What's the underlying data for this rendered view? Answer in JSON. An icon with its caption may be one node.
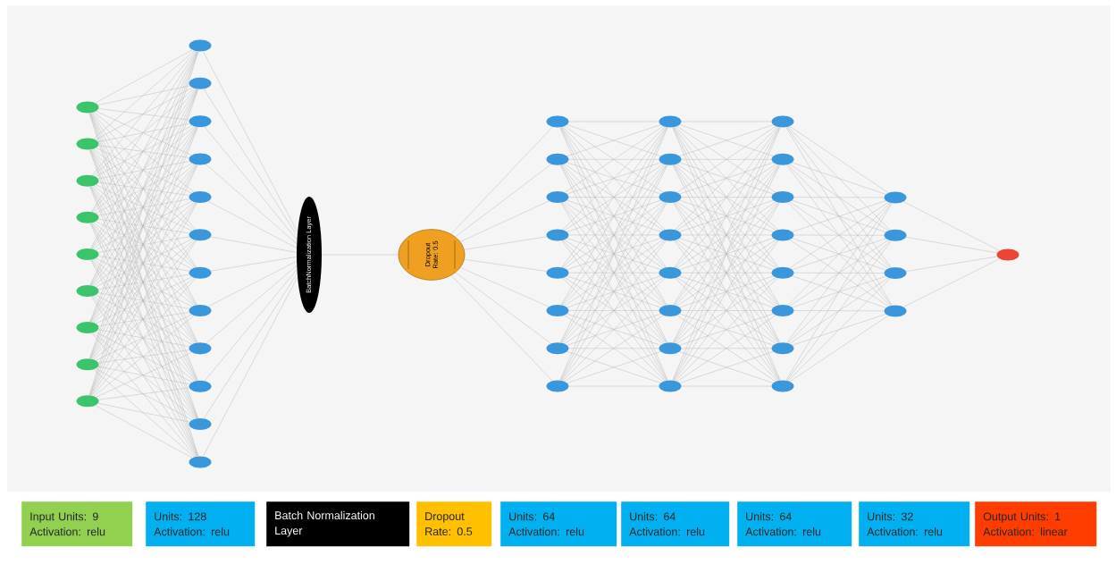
{
  "diagram": {
    "nodes": [
      {
        "text": [],
        "shape": "ellipse"
      },
      {
        "text": [],
        "shape": "ellipse"
      },
      {
        "text": [],
        "shape": "ellipse"
      },
      {
        "text": [],
        "shape": "ellipse"
      },
      {
        "text": [],
        "shape": "ellipse"
      },
      {
        "text": [],
        "shape": "ellipse"
      },
      {
        "text": [],
        "shape": "ellipse"
      },
      {
        "text": [],
        "shape": "ellipse"
      },
      {
        "text": [],
        "shape": "ellipse"
      },
      {
        "text": [],
        "shape": "ellipse"
      },
      {
        "text": [],
        "shape": "ellipse"
      },
      {
        "text": [],
        "shape": "ellipse"
      },
      {
        "text": [],
        "shape": "ellipse"
      },
      {
        "text": [],
        "shape": "ellipse"
      },
      {
        "text": [],
        "shape": "ellipse"
      },
      {
        "text": [],
        "shape": "ellipse"
      },
      {
        "text": [],
        "shape": "ellipse"
      },
      {
        "text": [],
        "shape": "ellipse"
      },
      {
        "text": [],
        "shape": "ellipse"
      },
      {
        "text": [],
        "shape": "ellipse"
      },
      {
        "text": [],
        "shape": "ellipse"
      },
      {
        "text": [
          "BatchNormalization Layer"
        ]
      },
      {
        "text": [
          "Dropout Rate: 0.5"
        ]
      },
      {
        "text": [],
        "shape": "ellipse"
      },
      {
        "text": [],
        "shape": "ellipse"
      },
      {
        "text": [],
        "shape": "ellipse"
      },
      {
        "text": [],
        "shape": "ellipse"
      },
      {
        "text": [],
        "shape": "ellipse"
      },
      {
        "text": [],
        "shape": "ellipse"
      },
      {
        "text": [],
        "shape": "ellipse"
      },
      {
        "text": [],
        "shape": "ellipse"
      },
      {
        "text": [],
        "shape": "ellipse"
      },
      {
        "text": [],
        "shape": "ellipse"
      },
      {
        "text": [],
        "shape": "ellipse"
      },
      {
        "text": [],
        "shape": "ellipse"
      },
      {
        "text": [],
        "shape": "ellipse"
      },
      {
        "text": [],
        "shape": "ellipse"
      },
      {
        "text": [],
        "shape": "ellipse"
      },
      {
        "text": [],
        "shape": "ellipse"
      },
      {
        "text": [],
        "shape": "ellipse"
      },
      {
        "text": [],
        "shape": "ellipse"
      },
      {
        "text": [],
        "shape": "ellipse"
      },
      {
        "text": [],
        "shape": "ellipse"
      },
      {
        "text": [],
        "shape": "ellipse"
      },
      {
        "text": [],
        "shape": "ellipse"
      },
      {
        "text": [],
        "shape": "ellipse"
      },
      {
        "text": [],
        "shape": "ellipse"
      },
      {
        "text": [],
        "shape": "ellipse"
      },
      {
        "text": [],
        "shape": "ellipse"
      },
      {
        "text": [],
        "shape": "ellipse"
      },
      {
        "text": [],
        "shape": "ellipse"
      },
      {
        "text": [],
        "shape": "ellipse"
      }
    ],
    "edges": [
      {
        "from": 0,
        "to": 9,
        "arrow": "none"
      },
      {
        "from": 0,
        "to": 10,
        "arrow": "none"
      },
      {
        "from": 0,
        "to": 11,
        "arrow": "none"
      },
      {
        "from": 0,
        "to": 12,
        "arrow": "none"
      },
      {
        "from": 0,
        "to": 13,
        "arrow": "none"
      },
      {
        "from": 0,
        "to": 14,
        "arrow": "none"
      },
      {
        "from": 0,
        "to": 15,
        "arrow": "none"
      },
      {
        "from": 0,
        "to": 16,
        "arrow": "none"
      },
      {
        "from": 0,
        "to": 17,
        "arrow": "none"
      },
      {
        "from": 0,
        "to": 18,
        "arrow": "none"
      },
      {
        "from": 0,
        "to": 19,
        "arrow": "none"
      },
      {
        "from": 0,
        "to": 20,
        "arrow": "none"
      },
      {
        "from": 1,
        "to": 9,
        "arrow": "none"
      },
      {
        "from": 1,
        "to": 10,
        "arrow": "none"
      },
      {
        "from": 1,
        "to": 11,
        "arrow": "none"
      },
      {
        "from": 1,
        "to": 12,
        "arrow": "none"
      },
      {
        "from": 1,
        "to": 13,
        "arrow": "none"
      },
      {
        "from": 1,
        "to": 14,
        "arrow": "none"
      },
      {
        "from": 1,
        "to": 15,
        "arrow": "none"
      },
      {
        "from": 1,
        "to": 16,
        "arrow": "none"
      },
      {
        "from": 1,
        "to": 17,
        "arrow": "none"
      },
      {
        "from": 1,
        "to": 18,
        "arrow": "none"
      },
      {
        "from": 1,
        "to": 19,
        "arrow": "none"
      },
      {
        "from": 1,
        "to": 20,
        "arrow": "none"
      },
      {
        "from": 2,
        "to": 9,
        "arrow": "none"
      },
      {
        "from": 2,
        "to": 10,
        "arrow": "none"
      },
      {
        "from": 2,
        "to": 11,
        "arrow": "none"
      },
      {
        "from": 2,
        "to": 12,
        "arrow": "none"
      },
      {
        "from": 2,
        "to": 13,
        "arrow": "none"
      },
      {
        "from": 2,
        "to": 14,
        "arrow": "none"
      },
      {
        "from": 2,
        "to": 15,
        "arrow": "none"
      },
      {
        "from": 2,
        "to": 16,
        "arrow": "none"
      },
      {
        "from": 2,
        "to": 17,
        "arrow": "none"
      },
      {
        "from": 2,
        "to": 18,
        "arrow": "none"
      },
      {
        "from": 2,
        "to": 19,
        "arrow": "none"
      },
      {
        "from": 2,
        "to": 20,
        "arrow": "none"
      },
      {
        "from": 3,
        "to": 9,
        "arrow": "none"
      },
      {
        "from": 3,
        "to": 10,
        "arrow": "none"
      },
      {
        "from": 3,
        "to": 11,
        "arrow": "none"
      },
      {
        "from": 3,
        "to": 12,
        "arrow": "none"
      },
      {
        "from": 3,
        "to": 13,
        "arrow": "none"
      },
      {
        "from": 3,
        "to": 14,
        "arrow": "none"
      },
      {
        "from": 3,
        "to": 15,
        "arrow": "none"
      },
      {
        "from": 3,
        "to": 16,
        "arrow": "none"
      },
      {
        "from": 3,
        "to": 17,
        "arrow": "none"
      },
      {
        "from": 3,
        "to": 18,
        "arrow": "none"
      },
      {
        "from": 3,
        "to": 19,
        "arrow": "none"
      },
      {
        "from": 3,
        "to": 20,
        "arrow": "none"
      },
      {
        "from": 4,
        "to": 9,
        "arrow": "none"
      },
      {
        "from": 4,
        "to": 10,
        "arrow": "none"
      },
      {
        "from": 4,
        "to": 11,
        "arrow": "none"
      },
      {
        "from": 4,
        "to": 12,
        "arrow": "none"
      },
      {
        "from": 4,
        "to": 13,
        "arrow": "none"
      },
      {
        "from": 4,
        "to": 14,
        "arrow": "none"
      },
      {
        "from": 4,
        "to": 15,
        "arrow": "none"
      },
      {
        "from": 4,
        "to": 16,
        "arrow": "none"
      },
      {
        "from": 4,
        "to": 17,
        "arrow": "none"
      },
      {
        "from": 4,
        "to": 18,
        "arrow": "none"
      },
      {
        "from": 4,
        "to": 19,
        "arrow": "none"
      },
      {
        "from": 4,
        "to": 20,
        "arrow": "none"
      },
      {
        "from": 5,
        "to": 9,
        "arrow": "none"
      },
      {
        "from": 5,
        "to": 10,
        "arrow": "none"
      },
      {
        "from": 5,
        "to": 11,
        "arrow": "none"
      },
      {
        "from": 5,
        "to": 12,
        "arrow": "none"
      },
      {
        "from": 5,
        "to": 13,
        "arrow": "none"
      },
      {
        "from": 5,
        "to": 14,
        "arrow": "none"
      },
      {
        "from": 5,
        "to": 15,
        "arrow": "none"
      },
      {
        "from": 5,
        "to": 16,
        "arrow": "none"
      },
      {
        "from": 5,
        "to": 17,
        "arrow": "none"
      },
      {
        "from": 5,
        "to": 18,
        "arrow": "none"
      },
      {
        "from": 5,
        "to": 19,
        "arrow": "none"
      },
      {
        "from": 5,
        "to": 20,
        "arrow": "none"
      },
      {
        "from": 6,
        "to": 9,
        "arrow": "none"
      },
      {
        "from": 6,
        "to": 10,
        "arrow": "none"
      },
      {
        "from": 6,
        "to": 11,
        "arrow": "none"
      },
      {
        "from": 6,
        "to": 12,
        "arrow": "none"
      },
      {
        "from": 6,
        "to": 13,
        "arrow": "none"
      },
      {
        "from": 6,
        "to": 14,
        "arrow": "none"
      },
      {
        "from": 6,
        "to": 15,
        "arrow": "none"
      },
      {
        "from": 6,
        "to": 16,
        "arrow": "none"
      },
      {
        "from": 6,
        "to": 17,
        "arrow": "none"
      },
      {
        "from": 6,
        "to": 18,
        "arrow": "none"
      },
      {
        "from": 6,
        "to": 19,
        "arrow": "none"
      },
      {
        "from": 6,
        "to": 20,
        "arrow": "none"
      },
      {
        "from": 7,
        "to": 9,
        "arrow": "none"
      },
      {
        "from": 7,
        "to": 10,
        "arrow": "none"
      },
      {
        "from": 7,
        "to": 11,
        "arrow": "none"
      },
      {
        "from": 7,
        "to": 12,
        "arrow": "none"
      },
      {
        "from": 7,
        "to": 13,
        "arrow": "none"
      },
      {
        "from": 7,
        "to": 14,
        "arrow": "none"
      },
      {
        "from": 7,
        "to": 15,
        "arrow": "none"
      },
      {
        "from": 7,
        "to": 16,
        "arrow": "none"
      },
      {
        "from": 7,
        "to": 17,
        "arrow": "none"
      },
      {
        "from": 7,
        "to": 18,
        "arrow": "none"
      },
      {
        "from": 7,
        "to": 19,
        "arrow": "none"
      },
      {
        "from": 7,
        "to": 20,
        "arrow": "none"
      },
      {
        "from": 8,
        "to": 9,
        "arrow": "none"
      },
      {
        "from": 8,
        "to": 10,
        "arrow": "none"
      },
      {
        "from": 8,
        "to": 11,
        "arrow": "none"
      },
      {
        "from": 8,
        "to": 12,
        "arrow": "none"
      },
      {
        "from": 8,
        "to": 13,
        "arrow": "none"
      },
      {
        "from": 8,
        "to": 14,
        "arrow": "none"
      },
      {
        "from": 8,
        "to": 15,
        "arrow": "none"
      },
      {
        "from": 8,
        "to": 16,
        "arrow": "none"
      },
      {
        "from": 8,
        "to": 17,
        "arrow": "none"
      },
      {
        "from": 8,
        "to": 18,
        "arrow": "none"
      },
      {
        "from": 8,
        "to": 19,
        "arrow": "none"
      },
      {
        "from": 8,
        "to": 20,
        "arrow": "none"
      },
      {
        "from": 9,
        "to": 21,
        "arrow": "none"
      },
      {
        "from": 10,
        "to": 21,
        "arrow": "none"
      },
      {
        "from": 11,
        "to": 21,
        "arrow": "none"
      },
      {
        "from": 12,
        "to": 21,
        "arrow": "none"
      },
      {
        "from": 13,
        "to": 21,
        "arrow": "none"
      },
      {
        "from": 14,
        "to": 21,
        "arrow": "none"
      },
      {
        "from": 15,
        "to": 21,
        "arrow": "none"
      },
      {
        "from": 16,
        "to": 21,
        "arrow": "none"
      },
      {
        "from": 17,
        "to": 21,
        "arrow": "none"
      },
      {
        "from": 18,
        "to": 21,
        "arrow": "none"
      },
      {
        "from": 19,
        "to": 21,
        "arrow": "none"
      },
      {
        "from": 20,
        "to": 21,
        "arrow": "none"
      },
      {
        "from": 21,
        "to": 22,
        "arrow": "none"
      },
      {
        "from": 22,
        "to": 23,
        "arrow": "none"
      },
      {
        "from": 22,
        "to": 24,
        "arrow": "none"
      },
      {
        "from": 22,
        "to": 25,
        "arrow": "none"
      },
      {
        "from": 22,
        "to": 26,
        "arrow": "none"
      },
      {
        "from": 22,
        "to": 27,
        "arrow": "none"
      },
      {
        "from": 22,
        "to": 28,
        "arrow": "none"
      },
      {
        "from": 22,
        "to": 29,
        "arrow": "none"
      },
      {
        "from": 22,
        "to": 30,
        "arrow": "none"
      },
      {
        "from": 23,
        "to": 31,
        "arrow": "none"
      },
      {
        "from": 23,
        "to": 32,
        "arrow": "none"
      },
      {
        "from": 23,
        "to": 33,
        "arrow": "none"
      },
      {
        "from": 23,
        "to": 34,
        "arrow": "none"
      },
      {
        "from": 23,
        "to": 35,
        "arrow": "none"
      },
      {
        "from": 23,
        "to": 36,
        "arrow": "none"
      },
      {
        "from": 23,
        "to": 37,
        "arrow": "none"
      },
      {
        "from": 23,
        "to": 38,
        "arrow": "none"
      },
      {
        "from": 24,
        "to": 31,
        "arrow": "none"
      },
      {
        "from": 24,
        "to": 32,
        "arrow": "none"
      },
      {
        "from": 24,
        "to": 33,
        "arrow": "none"
      },
      {
        "from": 24,
        "to": 34,
        "arrow": "none"
      },
      {
        "from": 24,
        "to": 35,
        "arrow": "none"
      },
      {
        "from": 24,
        "to": 36,
        "arrow": "none"
      },
      {
        "from": 24,
        "to": 37,
        "arrow": "none"
      },
      {
        "from": 24,
        "to": 38,
        "arrow": "none"
      },
      {
        "from": 25,
        "to": 31,
        "arrow": "none"
      },
      {
        "from": 25,
        "to": 32,
        "arrow": "none"
      },
      {
        "from": 25,
        "to": 33,
        "arrow": "none"
      },
      {
        "from": 25,
        "to": 34,
        "arrow": "none"
      },
      {
        "from": 25,
        "to": 35,
        "arrow": "none"
      },
      {
        "from": 25,
        "to": 36,
        "arrow": "none"
      },
      {
        "from": 25,
        "to": 37,
        "arrow": "none"
      },
      {
        "from": 25,
        "to": 38,
        "arrow": "none"
      },
      {
        "from": 26,
        "to": 31,
        "arrow": "none"
      },
      {
        "from": 26,
        "to": 32,
        "arrow": "none"
      },
      {
        "from": 26,
        "to": 33,
        "arrow": "none"
      },
      {
        "from": 26,
        "to": 34,
        "arrow": "none"
      },
      {
        "from": 26,
        "to": 35,
        "arrow": "none"
      },
      {
        "from": 26,
        "to": 36,
        "arrow": "none"
      },
      {
        "from": 26,
        "to": 37,
        "arrow": "none"
      },
      {
        "from": 26,
        "to": 38,
        "arrow": "none"
      },
      {
        "from": 27,
        "to": 31,
        "arrow": "none"
      },
      {
        "from": 27,
        "to": 32,
        "arrow": "none"
      },
      {
        "from": 27,
        "to": 33,
        "arrow": "none"
      },
      {
        "from": 27,
        "to": 34,
        "arrow": "none"
      },
      {
        "from": 27,
        "to": 35,
        "arrow": "none"
      },
      {
        "from": 27,
        "to": 36,
        "arrow": "none"
      },
      {
        "from": 27,
        "to": 37,
        "arrow": "none"
      },
      {
        "from": 27,
        "to": 38,
        "arrow": "none"
      },
      {
        "from": 28,
        "to": 31,
        "arrow": "none"
      },
      {
        "from": 28,
        "to": 32,
        "arrow": "none"
      },
      {
        "from": 28,
        "to": 33,
        "arrow": "none"
      },
      {
        "from": 28,
        "to": 34,
        "arrow": "none"
      },
      {
        "from": 28,
        "to": 35,
        "arrow": "none"
      },
      {
        "from": 28,
        "to": 36,
        "arrow": "none"
      },
      {
        "from": 28,
        "to": 37,
        "arrow": "none"
      },
      {
        "from": 28,
        "to": 38,
        "arrow": "none"
      },
      {
        "from": 29,
        "to": 31,
        "arrow": "none"
      },
      {
        "from": 29,
        "to": 32,
        "arrow": "none"
      },
      {
        "from": 29,
        "to": 33,
        "arrow": "none"
      },
      {
        "from": 29,
        "to": 34,
        "arrow": "none"
      },
      {
        "from": 29,
        "to": 35,
        "arrow": "none"
      },
      {
        "from": 29,
        "to": 36,
        "arrow": "none"
      },
      {
        "from": 29,
        "to": 37,
        "arrow": "none"
      },
      {
        "from": 29,
        "to": 38,
        "arrow": "none"
      },
      {
        "from": 30,
        "to": 31,
        "arrow": "none"
      },
      {
        "from": 30,
        "to": 32,
        "arrow": "none"
      },
      {
        "from": 30,
        "to": 33,
        "arrow": "none"
      },
      {
        "from": 30,
        "to": 34,
        "arrow": "none"
      },
      {
        "from": 30,
        "to": 35,
        "arrow": "none"
      },
      {
        "from": 30,
        "to": 36,
        "arrow": "none"
      },
      {
        "from": 30,
        "to": 37,
        "arrow": "none"
      },
      {
        "from": 30,
        "to": 38,
        "arrow": "none"
      },
      {
        "from": 31,
        "to": 39,
        "arrow": "none"
      },
      {
        "from": 31,
        "to": 40,
        "arrow": "none"
      },
      {
        "from": 31,
        "to": 41,
        "arrow": "none"
      },
      {
        "from": 31,
        "to": 42,
        "arrow": "none"
      },
      {
        "from": 31,
        "to": 43,
        "arrow": "none"
      },
      {
        "from": 31,
        "to": 44,
        "arrow": "none"
      },
      {
        "from": 31,
        "to": 45,
        "arrow": "none"
      },
      {
        "from": 31,
        "to": 46,
        "arrow": "none"
      },
      {
        "from": 32,
        "to": 39,
        "arrow": "none"
      },
      {
        "from": 32,
        "to": 40,
        "arrow": "none"
      },
      {
        "from": 32,
        "to": 41,
        "arrow": "none"
      },
      {
        "from": 32,
        "to": 42,
        "arrow": "none"
      },
      {
        "from": 32,
        "to": 43,
        "arrow": "none"
      },
      {
        "from": 32,
        "to": 44,
        "arrow": "none"
      },
      {
        "from": 32,
        "to": 45,
        "arrow": "none"
      },
      {
        "from": 32,
        "to": 46,
        "arrow": "none"
      },
      {
        "from": 33,
        "to": 39,
        "arrow": "none"
      },
      {
        "from": 33,
        "to": 40,
        "arrow": "none"
      },
      {
        "from": 33,
        "to": 41,
        "arrow": "none"
      },
      {
        "from": 33,
        "to": 42,
        "arrow": "none"
      },
      {
        "from": 33,
        "to": 43,
        "arrow": "none"
      },
      {
        "from": 33,
        "to": 44,
        "arrow": "none"
      },
      {
        "from": 33,
        "to": 45,
        "arrow": "none"
      },
      {
        "from": 33,
        "to": 46,
        "arrow": "none"
      },
      {
        "from": 34,
        "to": 39,
        "arrow": "none"
      },
      {
        "from": 34,
        "to": 40,
        "arrow": "none"
      },
      {
        "from": 34,
        "to": 41,
        "arrow": "none"
      },
      {
        "from": 34,
        "to": 42,
        "arrow": "none"
      },
      {
        "from": 34,
        "to": 43,
        "arrow": "none"
      },
      {
        "from": 34,
        "to": 44,
        "arrow": "none"
      },
      {
        "from": 34,
        "to": 45,
        "arrow": "none"
      },
      {
        "from": 34,
        "to": 46,
        "arrow": "none"
      },
      {
        "from": 35,
        "to": 39,
        "arrow": "none"
      },
      {
        "from": 35,
        "to": 40,
        "arrow": "none"
      },
      {
        "from": 35,
        "to": 41,
        "arrow": "none"
      },
      {
        "from": 35,
        "to": 42,
        "arrow": "none"
      },
      {
        "from": 35,
        "to": 43,
        "arrow": "none"
      },
      {
        "from": 35,
        "to": 44,
        "arrow": "none"
      },
      {
        "from": 35,
        "to": 45,
        "arrow": "none"
      },
      {
        "from": 35,
        "to": 46,
        "arrow": "none"
      },
      {
        "from": 36,
        "to": 39,
        "arrow": "none"
      },
      {
        "from": 36,
        "to": 40,
        "arrow": "none"
      },
      {
        "from": 36,
        "to": 41,
        "arrow": "none"
      },
      {
        "from": 36,
        "to": 42,
        "arrow": "none"
      },
      {
        "from": 36,
        "to": 43,
        "arrow": "none"
      },
      {
        "from": 36,
        "to": 44,
        "arrow": "none"
      },
      {
        "from": 36,
        "to": 45,
        "arrow": "none"
      },
      {
        "from": 36,
        "to": 46,
        "arrow": "none"
      },
      {
        "from": 37,
        "to": 39,
        "arrow": "none"
      },
      {
        "from": 37,
        "to": 40,
        "arrow": "none"
      },
      {
        "from": 37,
        "to": 41,
        "arrow": "none"
      },
      {
        "from": 37,
        "to": 42,
        "arrow": "none"
      },
      {
        "from": 37,
        "to": 43,
        "arrow": "none"
      },
      {
        "from": 37,
        "to": 44,
        "arrow": "none"
      },
      {
        "from": 37,
        "to": 45,
        "arrow": "none"
      },
      {
        "from": 37,
        "to": 46,
        "arrow": "none"
      },
      {
        "from": 38,
        "to": 39,
        "arrow": "none"
      },
      {
        "from": 38,
        "to": 40,
        "arrow": "none"
      },
      {
        "from": 38,
        "to": 41,
        "arrow": "none"
      },
      {
        "from": 38,
        "to": 42,
        "arrow": "none"
      },
      {
        "from": 38,
        "to": 43,
        "arrow": "none"
      },
      {
        "from": 38,
        "to": 44,
        "arrow": "none"
      },
      {
        "from": 38,
        "to": 45,
        "arrow": "none"
      },
      {
        "from": 38,
        "to": 46,
        "arrow": "none"
      },
      {
        "from": 39,
        "to": 47,
        "arrow": "none"
      },
      {
        "from": 39,
        "to": 48,
        "arrow": "none"
      },
      {
        "from": 39,
        "to": 49,
        "arrow": "none"
      },
      {
        "from": 39,
        "to": 50,
        "arrow": "none"
      },
      {
        "from": 40,
        "to": 47,
        "arrow": "none"
      },
      {
        "from": 40,
        "to": 48,
        "arrow": "none"
      },
      {
        "from": 40,
        "to": 49,
        "arrow": "none"
      },
      {
        "from": 40,
        "to": 50,
        "arrow": "none"
      },
      {
        "from": 41,
        "to": 47,
        "arrow": "none"
      },
      {
        "from": 41,
        "to": 48,
        "arrow": "none"
      },
      {
        "from": 41,
        "to": 49,
        "arrow": "none"
      },
      {
        "from": 41,
        "to": 50,
        "arrow": "none"
      },
      {
        "from": 42,
        "to": 47,
        "arrow": "none"
      },
      {
        "from": 42,
        "to": 48,
        "arrow": "none"
      },
      {
        "from": 42,
        "to": 49,
        "arrow": "none"
      },
      {
        "from": 42,
        "to": 50,
        "arrow": "none"
      },
      {
        "from": 43,
        "to": 47,
        "arrow": "none"
      },
      {
        "from": 43,
        "to": 48,
        "arrow": "none"
      },
      {
        "from": 43,
        "to": 49,
        "arrow": "none"
      },
      {
        "from": 43,
        "to": 50,
        "arrow": "none"
      },
      {
        "from": 44,
        "to": 47,
        "arrow": "none"
      },
      {
        "from": 44,
        "to": 48,
        "arrow": "none"
      },
      {
        "from": 44,
        "to": 49,
        "arrow": "none"
      },
      {
        "from": 44,
        "to": 50,
        "arrow": "none"
      },
      {
        "from": 45,
        "to": 47,
        "arrow": "none"
      },
      {
        "from": 45,
        "to": 48,
        "arrow": "none"
      },
      {
        "from": 45,
        "to": 49,
        "arrow": "none"
      },
      {
        "from": 45,
        "to": 50,
        "arrow": "none"
      },
      {
        "from": 46,
        "to": 47,
        "arrow": "none"
      },
      {
        "from": 46,
        "to": 48,
        "arrow": "none"
      },
      {
        "from": 46,
        "to": 49,
        "arrow": "none"
      },
      {
        "from": 46,
        "to": 50,
        "arrow": "none"
      },
      {
        "from": 47,
        "to": 51,
        "arrow": "none"
      },
      {
        "from": 48,
        "to": 51,
        "arrow": "none"
      },
      {
        "from": 49,
        "to": 51,
        "arrow": "none"
      },
      {
        "from": 50,
        "to": 51,
        "arrow": "none"
      }
    ],
    "legend": [
      {
        "text": "Input Units: 9 Activation: relu",
        "color": "#92d050"
      },
      {
        "text": "Units: 128 Activation: relu",
        "color": "#00b0f0"
      },
      {
        "text": "Batch Normalization Layer",
        "color": "#000000"
      },
      {
        "text": "Dropout Rate: 0.5",
        "color": "#ffc000"
      },
      {
        "text": "Units: 64 Activation: relu",
        "color": "#00b0f0"
      },
      {
        "text": "Units: 64 Activation: relu",
        "color": "#00b0f0"
      },
      {
        "text": "Units: 64 Activation: relu",
        "color": "#00b0f0"
      },
      {
        "text": "Units: 32 Activation: relu",
        "color": "#00b0f0"
      },
      {
        "text": "Output Units: 1 Activation: linear",
        "color": "#ff3d00"
      }
    ]
  }
}
